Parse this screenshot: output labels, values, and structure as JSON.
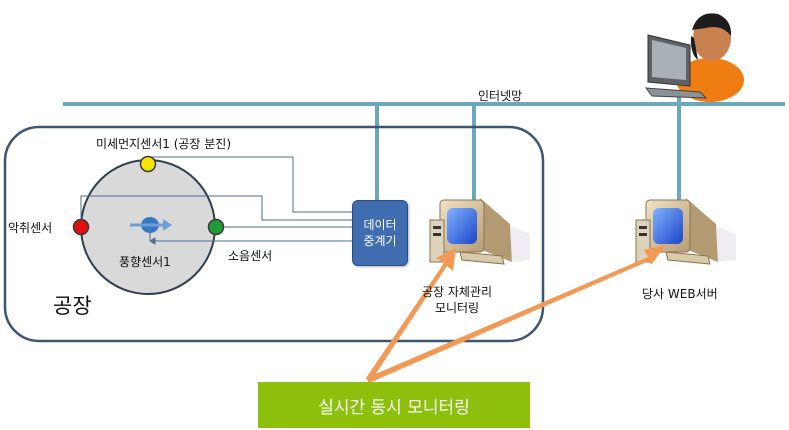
{
  "network": {
    "label": "인터넷망"
  },
  "factory": {
    "title": "공장",
    "sensors": {
      "dust": "미세먼지센서1 (공장 분진)",
      "odor": "악취센서",
      "wind": "풍향센서1",
      "noise": "소음센서"
    },
    "relay": {
      "line1": "데이터",
      "line2": "중계기"
    },
    "monitor": {
      "line1": "공장 자체관리",
      "line2": "모니터링"
    }
  },
  "web_server": {
    "label": "당사 WEB서버"
  },
  "realtime_box": {
    "label": "실시간 동시 모니터링"
  },
  "colors": {
    "network_line": "#6aa8bd",
    "factory_border": "#3d5570",
    "relay_box": "#3f6db0",
    "arrow": "#f29a55",
    "cta_box": "#8cc00c",
    "dust_sensor": "#f5e600",
    "odor_sensor": "#e01010",
    "noise_sensor": "#1f9b38",
    "wind_sensor": "#3a78c2"
  },
  "icons": [
    "user-computer-icon",
    "computer-icon",
    "wind-direction-icon"
  ]
}
